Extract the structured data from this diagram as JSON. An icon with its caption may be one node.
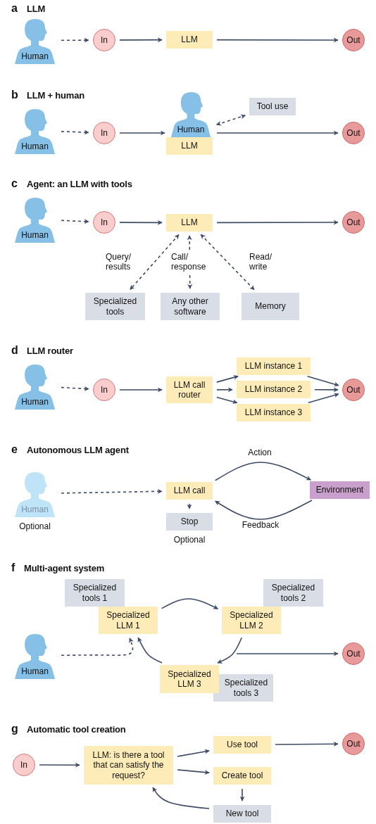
{
  "diagram": {
    "nodes": [
      {
        "text": [
          "Human"
        ]
      },
      {
        "text": [
          "In"
        ]
      },
      {
        "text": [
          "LLM"
        ]
      },
      {
        "text": [
          "Out"
        ]
      },
      {
        "text": [
          "Human"
        ]
      },
      {
        "text": [
          "In"
        ]
      },
      {
        "text": [
          "Human"
        ]
      },
      {
        "text": [
          "LLM"
        ]
      },
      {
        "text": [
          "Tool use"
        ]
      },
      {
        "text": [
          "Out"
        ]
      },
      {
        "text": [
          "Human"
        ]
      },
      {
        "text": [
          "In"
        ]
      },
      {
        "text": [
          "LLM"
        ]
      },
      {
        "text": [
          "Out"
        ]
      },
      {
        "text": [
          "Specialized tools"
        ]
      },
      {
        "text": [
          "Any other software"
        ]
      },
      {
        "text": [
          "Memory"
        ]
      },
      {
        "text": [
          "Human"
        ]
      },
      {
        "text": [
          "In"
        ]
      },
      {
        "text": [
          "LLM call router"
        ]
      },
      {
        "text": [
          "LLM instance 1"
        ]
      },
      {
        "text": [
          "LLM instance 2"
        ]
      },
      {
        "text": [
          "LLM instance 3"
        ]
      },
      {
        "text": [
          "Out"
        ]
      },
      {
        "text": [
          "Human"
        ],
        "beside": [
          "Optional"
        ]
      },
      {
        "text": [
          "LLM call"
        ]
      },
      {
        "text": [
          "Environment"
        ]
      },
      {
        "text": [
          "Stop"
        ],
        "beside": [
          "Optional"
        ]
      },
      {
        "text": [
          "Specialized tools 1"
        ]
      },
      {
        "text": [
          "Specialized LLM 1"
        ]
      },
      {
        "text": [
          "Specialized tools 2"
        ]
      },
      {
        "text": [
          "Specialized LLM 2"
        ]
      },
      {
        "text": [
          "Specialized LLM 3"
        ]
      },
      {
        "text": [
          "Specialized tools 3"
        ]
      },
      {
        "text": [
          "Human"
        ]
      },
      {
        "text": [
          "Out"
        ]
      },
      {
        "text": [
          "In"
        ]
      },
      {
        "text": [
          "LLM: is there a tool that can satisfy the request?"
        ]
      },
      {
        "text": [
          "Use tool"
        ]
      },
      {
        "text": [
          "Out"
        ]
      },
      {
        "text": [
          "Create tool"
        ]
      },
      {
        "text": [
          "New tool"
        ]
      }
    ],
    "edges": [
      {
        "from": 0,
        "to": 1,
        "arrow": "to",
        "style": "dashed"
      },
      {
        "from": 1,
        "to": 2,
        "arrow": "to"
      },
      {
        "from": 2,
        "to": 3,
        "arrow": "to"
      },
      {
        "from": 4,
        "to": 5,
        "arrow": "to",
        "style": "dashed"
      },
      {
        "from": 5,
        "to": 6,
        "arrow": "to"
      },
      {
        "from": 6,
        "to": 9,
        "arrow": "to"
      },
      {
        "from": 6,
        "to": 8,
        "arrow": "both",
        "style": "dashed"
      },
      {
        "from": 10,
        "to": 11,
        "arrow": "to",
        "style": "dashed"
      },
      {
        "from": 11,
        "to": 12,
        "arrow": "to"
      },
      {
        "from": 12,
        "to": 13,
        "arrow": "to"
      },
      {
        "from": 12,
        "to": 14,
        "arrow": "both",
        "style": "dashed",
        "label": "Query/ results"
      },
      {
        "from": 12,
        "to": 15,
        "arrow": "both",
        "style": "dashed",
        "label": "Call/ response"
      },
      {
        "from": 12,
        "to": 16,
        "arrow": "both",
        "style": "dashed",
        "label": "Read/ write"
      },
      {
        "from": 17,
        "to": 18,
        "arrow": "to",
        "style": "dashed"
      },
      {
        "from": 18,
        "to": 19,
        "arrow": "to"
      },
      {
        "from": 19,
        "to": 20,
        "arrow": "to"
      },
      {
        "from": 19,
        "to": 21,
        "arrow": "to"
      },
      {
        "from": 19,
        "to": 22,
        "arrow": "to"
      },
      {
        "from": 20,
        "to": 23,
        "arrow": "to"
      },
      {
        "from": 21,
        "to": 23,
        "arrow": "to"
      },
      {
        "from": 22,
        "to": 23,
        "arrow": "to"
      },
      {
        "from": 24,
        "to": 25,
        "arrow": "to",
        "style": "dashed"
      },
      {
        "from": 25,
        "to": 26,
        "arrow": "to",
        "label": "Action"
      },
      {
        "from": 26,
        "to": 25,
        "arrow": "to",
        "label": "Feedback"
      },
      {
        "from": 25,
        "to": 27,
        "arrow": "to",
        "style": "dashed"
      },
      {
        "from": 29,
        "to": 31,
        "arrow": "to"
      },
      {
        "from": 31,
        "to": 32,
        "arrow": "to"
      },
      {
        "from": 32,
        "to": 29,
        "arrow": "to"
      },
      {
        "from": 34,
        "to": 29,
        "arrow": "to",
        "style": "dashed"
      },
      {
        "from": null,
        "to": 35,
        "arrow": "to"
      },
      {
        "from": 36,
        "to": 37,
        "arrow": "to"
      },
      {
        "from": 37,
        "to": 38,
        "arrow": "to"
      },
      {
        "from": 37,
        "to": 40,
        "arrow": "to"
      },
      {
        "from": 38,
        "to": 39,
        "arrow": "to"
      },
      {
        "from": 40,
        "to": 41,
        "arrow": "to"
      },
      {
        "from": 41,
        "to": 37,
        "arrow": "to"
      }
    ],
    "labels": [
      "a",
      "LLM",
      "b",
      "LLM + human",
      "c",
      "Agent: an LLM with tools",
      "d",
      "LLM router",
      "e",
      "Autonomous LLM agent",
      "f",
      "Multi-agent system",
      "g",
      "Automatic tool creation"
    ]
  }
}
